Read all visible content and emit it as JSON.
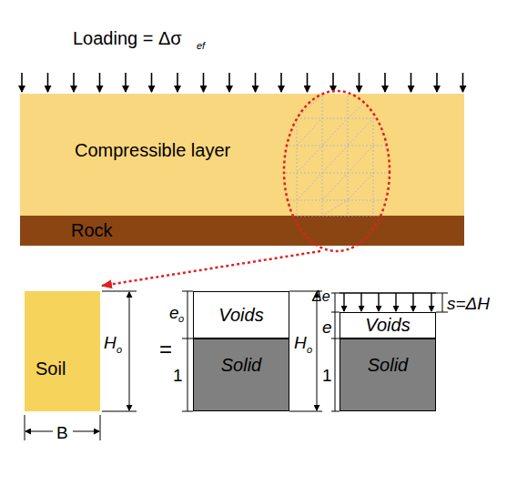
{
  "diagram": {
    "nodes": [
      {
        "text": [
          "Compressible layer"
        ]
      },
      {
        "text": [
          "Rock"
        ]
      },
      {
        "text": [
          "Soil"
        ]
      },
      {
        "text": [
          "Voids"
        ]
      },
      {
        "text": [
          "Solid"
        ]
      },
      {
        "text": [
          "Voids"
        ]
      },
      {
        "text": [
          "Solid"
        ]
      }
    ],
    "labels": [
      "Loading = Δσ",
      "ef",
      "H",
      "o",
      "B",
      "=",
      "e",
      "o",
      "1",
      "H",
      "o",
      "Δe",
      "e",
      "1",
      "s=ΔH"
    ]
  }
}
